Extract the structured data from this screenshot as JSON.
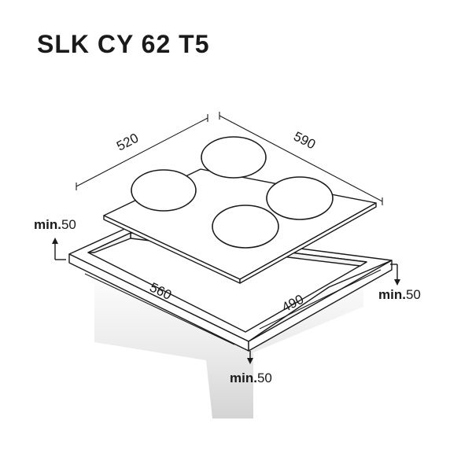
{
  "title": "SLK CY 62 T5",
  "dimensions": {
    "hob_depth": "520",
    "hob_width": "590",
    "cutout_width": "560",
    "cutout_depth": "490"
  },
  "clearances": {
    "left": {
      "prefix": "min.",
      "value": "50"
    },
    "right": {
      "prefix": "min.",
      "value": "50"
    },
    "front": {
      "prefix": "min.",
      "value": "50"
    }
  },
  "colors": {
    "line": "#1a1a1a",
    "cabinet_shade": "#dcdcdc",
    "background": "#ffffff"
  }
}
